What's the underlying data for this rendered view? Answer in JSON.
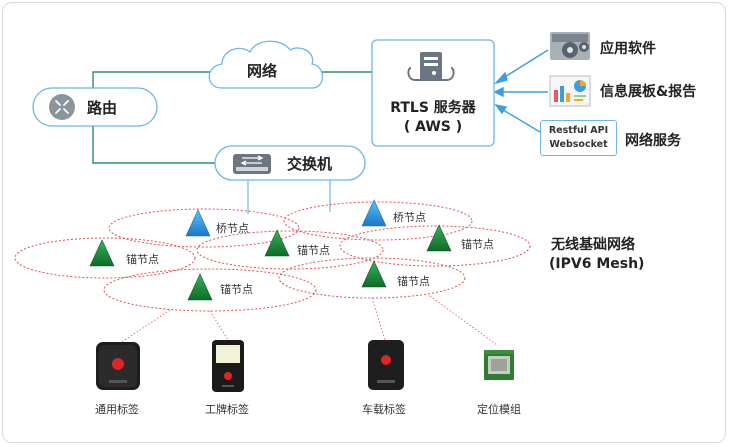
{
  "network": {
    "cloud_label": "网络"
  },
  "router": {
    "label": "路由"
  },
  "switch": {
    "label": "交换机"
  },
  "server": {
    "line1": "RTLS 服务器",
    "line2": "( AWS )"
  },
  "services": {
    "app_software": "应用软件",
    "dashboard": "信息展板&报告",
    "api_line1": "Restful API",
    "api_line2": "Websocket",
    "network_service": "网络服务"
  },
  "mesh": {
    "title": "无线基础网络",
    "subtitle": "(IPV6 Mesh)",
    "bridge_label": "桥节点",
    "anchor_label": "锚节点"
  },
  "devices": {
    "generic_tag": "通用标签",
    "badge_tag": "工牌标签",
    "vehicle_tag": "车载标签",
    "module": "定位模组"
  },
  "colors": {
    "accent_blue": "#3a9fe0",
    "bridge_blue": "#2a8fd8",
    "anchor_green": "#1f8a3a",
    "mesh_red": "#e05050",
    "line_green": "#2f8f6f"
  }
}
